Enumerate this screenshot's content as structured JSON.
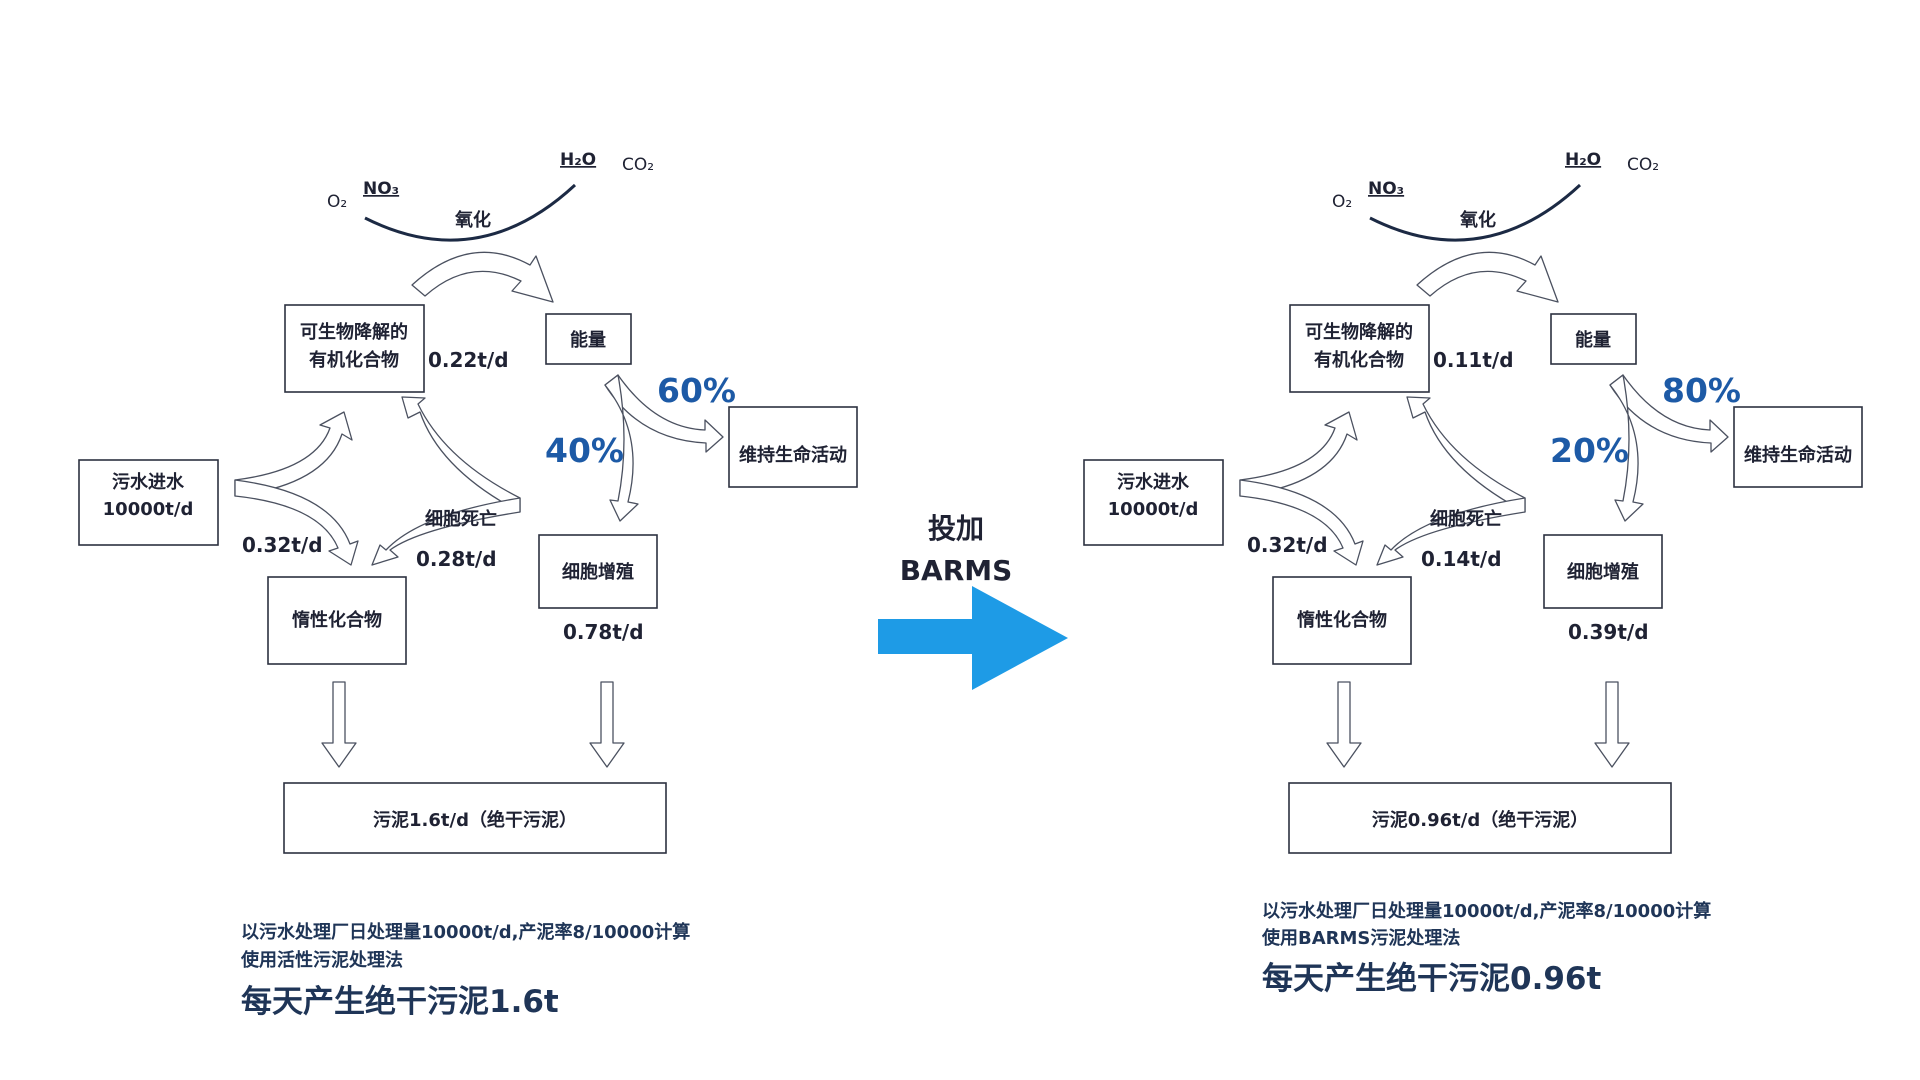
{
  "transition": {
    "line1": "投加",
    "line2": "BARMS",
    "arrow_color": "#1e9be6",
    "icon": "right-arrow-icon"
  },
  "panels": [
    {
      "chem": {
        "o2": "O₂",
        "no3": "NO₃",
        "h2o": "H₂O",
        "co2": "CO₂",
        "oxidation": "氧化"
      },
      "boxes": {
        "biodegradable_l1": "可生物降解的",
        "biodegradable_l2": "有机化合物",
        "energy": "能量",
        "maintenance": "维持生命活动",
        "influent_l1": "污水进水",
        "influent_l2": "10000t/d",
        "inert": "惰性化合物",
        "cell_growth": "细胞增殖",
        "sludge": "污泥1.6t/d（绝干污泥）"
      },
      "rates": {
        "biodegradable": "0.22t/d",
        "inert": "0.32t/d",
        "cell_death_label": "细胞死亡",
        "cell_death": "0.28t/d",
        "cell_growth": "0.78t/d"
      },
      "percents": {
        "maintenance": "60%",
        "growth": "40%"
      },
      "notes": {
        "line1": "以污水处理厂日处理量10000t/d,产泥率8/10000计算",
        "line2": "使用活性污泥处理法",
        "summary": "每天产生绝干污泥1.6t"
      }
    },
    {
      "chem": {
        "o2": "O₂",
        "no3": "NO₃",
        "h2o": "H₂O",
        "co2": "CO₂",
        "oxidation": "氧化"
      },
      "boxes": {
        "biodegradable_l1": "可生物降解的",
        "biodegradable_l2": "有机化合物",
        "energy": "能量",
        "maintenance": "维持生命活动",
        "influent_l1": "污水进水",
        "influent_l2": "10000t/d",
        "inert": "惰性化合物",
        "cell_growth": "细胞增殖",
        "sludge": "污泥0.96t/d（绝干污泥）"
      },
      "rates": {
        "biodegradable": "0.11t/d",
        "inert": "0.32t/d",
        "cell_death_label": "细胞死亡",
        "cell_death": "0.14t/d",
        "cell_growth": "0.39t/d"
      },
      "percents": {
        "maintenance": "80%",
        "growth": "20%"
      },
      "notes": {
        "line1": "以污水处理厂日处理量10000t/d,产泥率8/10000计算",
        "line2": "使用BARMS污泥处理法",
        "summary": "每天产生绝干污泥0.96t"
      }
    }
  ]
}
